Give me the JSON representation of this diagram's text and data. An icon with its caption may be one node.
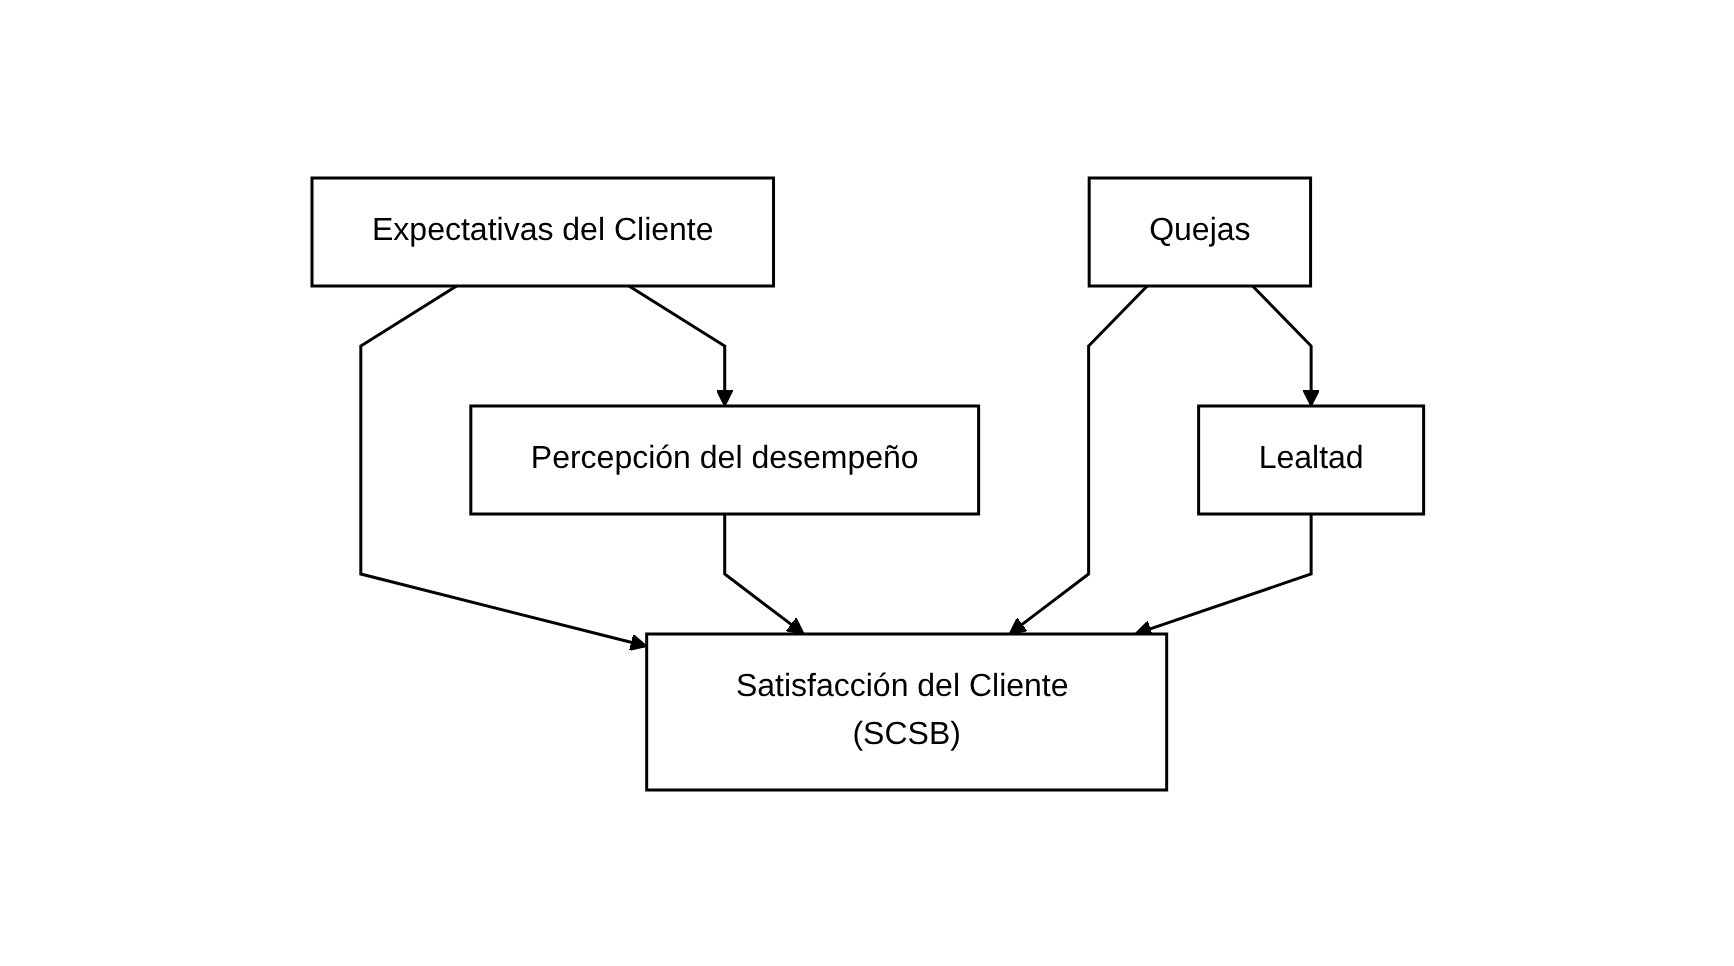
{
  "diagram": {
    "nodes": [
      {
        "text": [
          "Expectativas del Cliente"
        ]
      },
      {
        "text": [
          "Quejas"
        ]
      },
      {
        "text": [
          "Satisfacción del Cliente (SCSB)"
        ]
      },
      {
        "text": [
          "Percepción del desempeño"
        ]
      },
      {
        "text": [
          "Lealtad"
        ]
      }
    ],
    "edges": [
      {
        "from": 0,
        "to": 2,
        "arrow": "to"
      },
      {
        "from": 1,
        "to": 2,
        "arrow": "to"
      },
      {
        "from": 0,
        "to": 3,
        "arrow": "to"
      },
      {
        "from": 1,
        "to": 4,
        "arrow": "to"
      },
      {
        "from": 3,
        "to": 2,
        "arrow": "to"
      },
      {
        "from": 4,
        "to": 2,
        "arrow": "to"
      }
    ]
  }
}
